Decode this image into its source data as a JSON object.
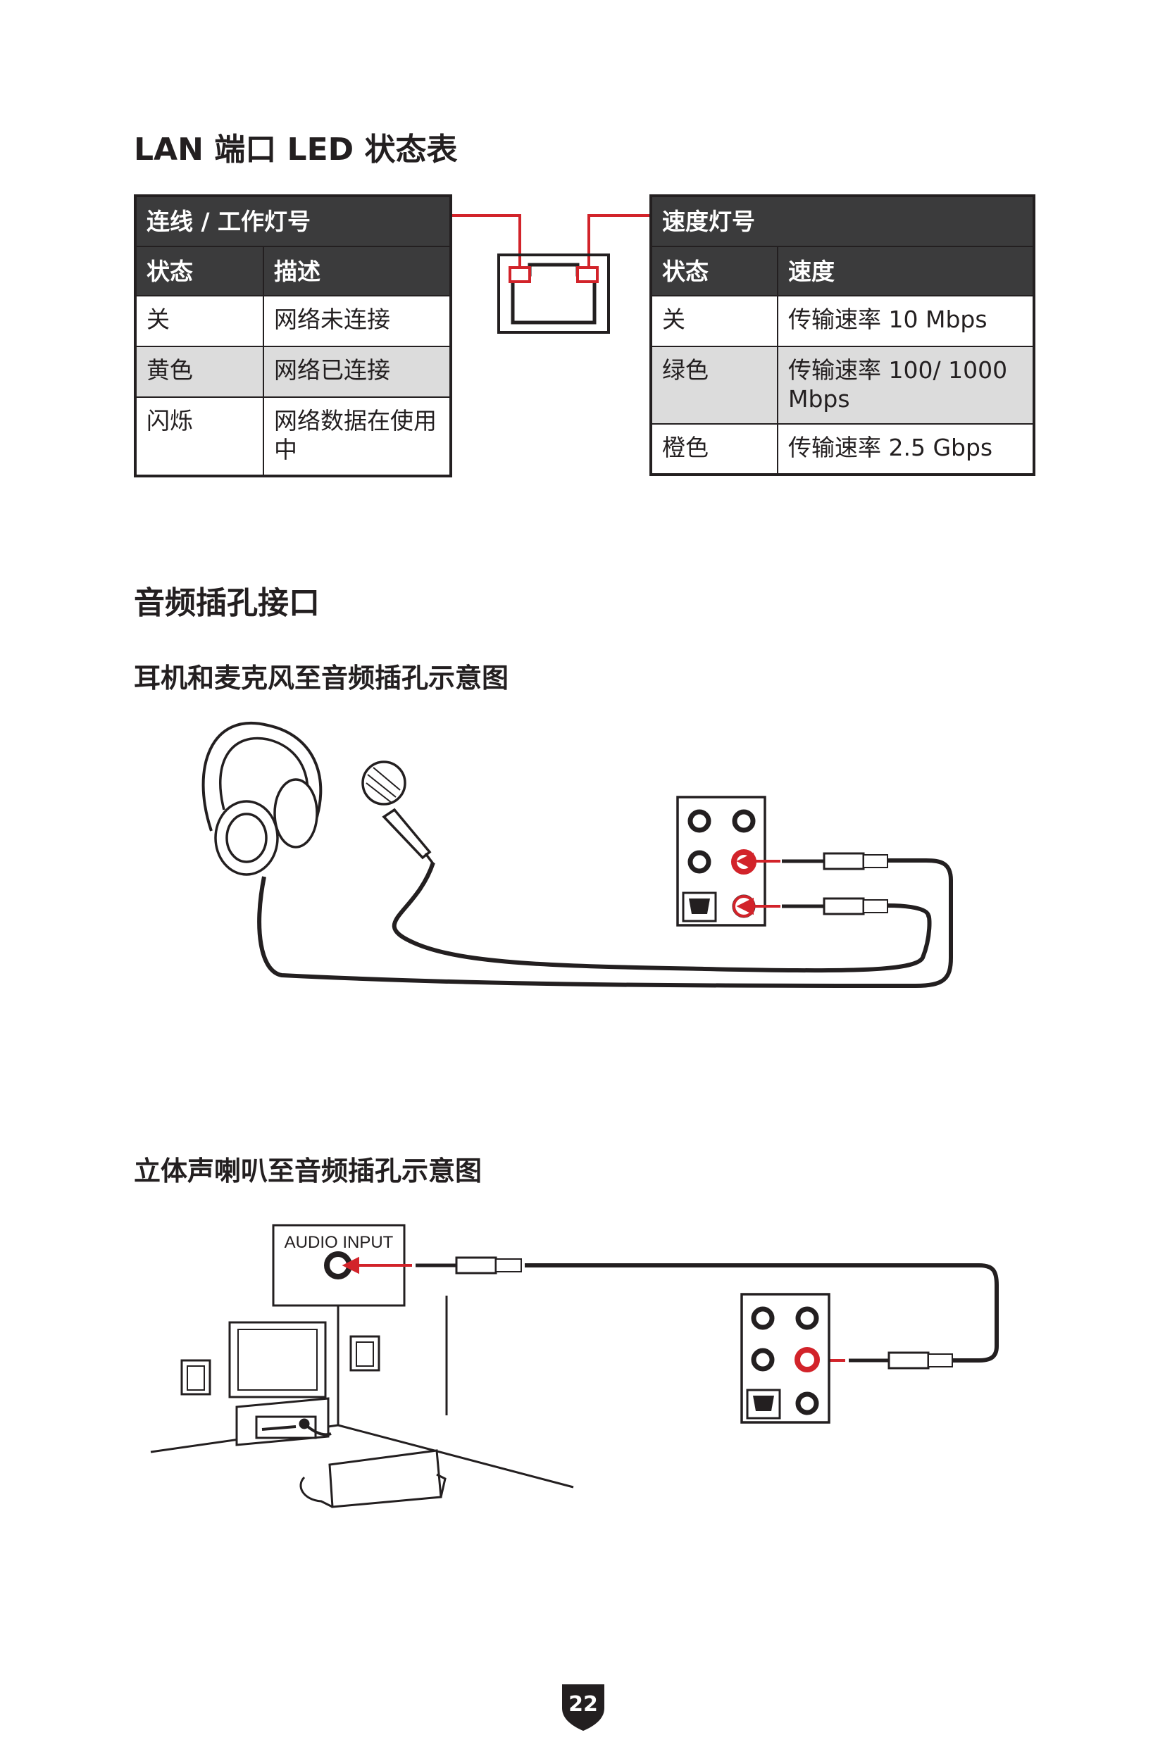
{
  "lan_section": {
    "title": "LAN 端口 LED 状态表",
    "link_table": {
      "title": "连线 / 工作灯号",
      "headers": [
        "状态",
        "描述"
      ],
      "rows": [
        [
          "关",
          "网络未连接"
        ],
        [
          "黄色",
          "网络已连接"
        ],
        [
          "闪烁",
          "网络数据在使用中"
        ]
      ]
    },
    "speed_table": {
      "title": "速度灯号",
      "headers": [
        "状态",
        "速度"
      ],
      "rows": [
        [
          "关",
          "传输速率 10 Mbps"
        ],
        [
          "绿色",
          "传输速率 100/ 1000 Mbps"
        ],
        [
          "橙色",
          "传输速率 2.5 Gbps"
        ]
      ]
    }
  },
  "audio_section": {
    "title": "音频插孔接口",
    "headphone_mic_heading": "耳机和麦克风至音频插孔示意图",
    "speaker_heading": "立体声喇叭至音频插孔示意图",
    "audio_input_label": "AUDIO INPUT"
  },
  "colors": {
    "accent_red": "#d2232a",
    "header_dark": "#3b3b3c",
    "shade_gray": "#dcdcdc",
    "ink": "#231f20"
  },
  "footer": {
    "page_number": "22"
  }
}
